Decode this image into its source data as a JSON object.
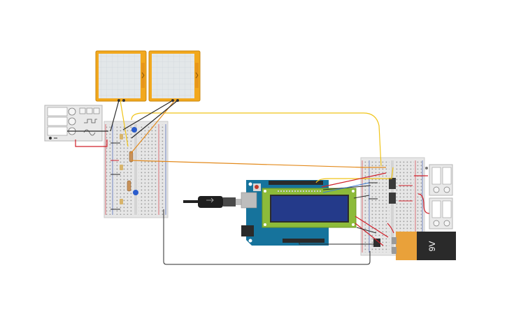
{
  "components": {
    "oscilloscope_1": {
      "type": "oscilloscope",
      "icon": "oscilloscope-icon"
    },
    "oscilloscope_2": {
      "type": "oscilloscope",
      "icon": "oscilloscope-icon"
    },
    "function_generator": {
      "type": "function-generator",
      "icon": "waveform-icon"
    },
    "breadboard_left": {
      "type": "breadboard"
    },
    "breadboard_right": {
      "type": "breadboard"
    },
    "arduino": {
      "type": "microcontroller",
      "icon": "arduino-board-icon"
    },
    "lcd": {
      "type": "lcd-16x2"
    },
    "usb_cable": {
      "type": "usb-cable",
      "icon": "usb-plug-icon"
    },
    "battery": {
      "type": "battery",
      "label": "9V"
    },
    "power_supply_top": {
      "type": "power-supply"
    },
    "power_supply_bottom": {
      "type": "power-supply"
    }
  },
  "colors": {
    "scope_frame": "#f2a81d",
    "scope_screen": "#e3e7e9",
    "wire_yellow": "#f0c419",
    "wire_orange": "#e38a1c",
    "wire_red": "#d0202a",
    "wire_black": "#2b2b2b",
    "arduino_blue": "#16739c",
    "lcd_green": "#8dbb3a",
    "lcd_screen": "#243a8a",
    "battery_orange": "#e9a13a",
    "battery_black": "#2a2a2a"
  }
}
